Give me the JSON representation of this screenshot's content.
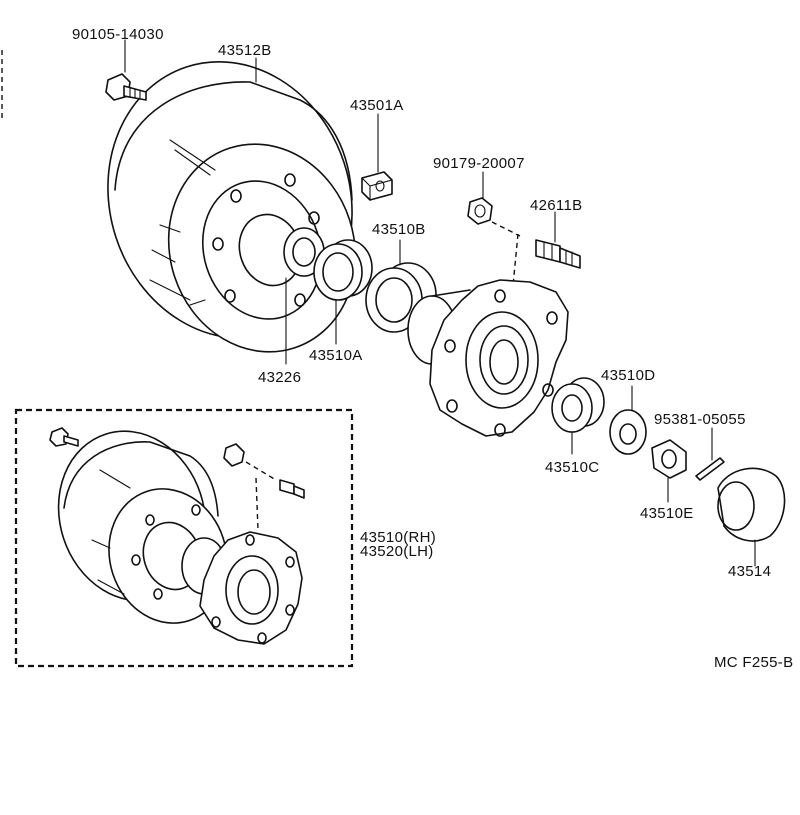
{
  "diagram": {
    "parts": {
      "bolt_top": "90105-14030",
      "drum": "43512B",
      "spacer": "43501A",
      "nut": "90179-20007",
      "stud": "42611B",
      "outer_race": "43510B",
      "seal": "43226",
      "inner_race": "43510A",
      "washer": "43510D",
      "pin": "95381-05055",
      "bearing": "43510C",
      "castle_nut": "43510E",
      "cap": "43514",
      "hub_assy_rh": "43510",
      "hub_assy_rh_suffix": "(RH)",
      "hub_assy_lh": "43520",
      "hub_assy_lh_suffix": "(LH)"
    },
    "figure_code": "MC F255-B"
  }
}
